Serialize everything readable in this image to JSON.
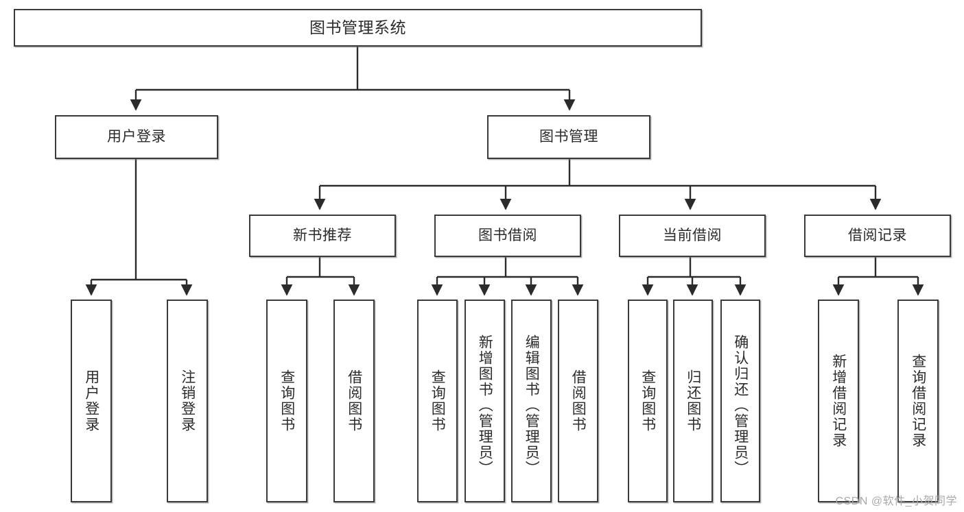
{
  "diagram": {
    "title_text": "图书管理系统",
    "type": "hierarchy-tree",
    "levels": 4,
    "colors": {
      "box_border": "#3a3a3a",
      "box_fill": "#ffffff",
      "edge": "#2b2b2b",
      "text": "#2b2b2b",
      "watermark": "#a9a9a9",
      "background": "#ffffff"
    },
    "root": {
      "id": "root",
      "label": "图书管理系统"
    },
    "level2": [
      {
        "id": "user-login",
        "label": "用户登录"
      },
      {
        "id": "book-management",
        "label": "图书管理"
      }
    ],
    "level3": [
      {
        "id": "new-book-recommend",
        "label": "新书推荐",
        "parent": "book-management"
      },
      {
        "id": "book-borrow",
        "label": "图书借阅",
        "parent": "book-management"
      },
      {
        "id": "current-borrow",
        "label": "当前借阅",
        "parent": "book-management"
      },
      {
        "id": "borrow-record",
        "label": "借阅记录",
        "parent": "book-management"
      }
    ],
    "leaves": {
      "user_login": [
        {
          "id": "leaf-user-login",
          "label": "用户登录"
        },
        {
          "id": "leaf-logout-login",
          "label": "注销登录"
        }
      ],
      "new_book_recommend": [
        {
          "id": "leaf-query-book-1",
          "label": "查询图书"
        },
        {
          "id": "leaf-borrow-book-1",
          "label": "借阅图书"
        }
      ],
      "book_borrow": [
        {
          "id": "leaf-query-book-2",
          "label": "查询图书"
        },
        {
          "id": "leaf-add-book",
          "label": "新增图书（管理员）"
        },
        {
          "id": "leaf-edit-book",
          "label": "编辑图书（管理员）"
        },
        {
          "id": "leaf-borrow-book-2",
          "label": "借阅图书"
        }
      ],
      "current_borrow": [
        {
          "id": "leaf-query-book-3",
          "label": "查询图书"
        },
        {
          "id": "leaf-return-book",
          "label": "归还图书"
        },
        {
          "id": "leaf-confirm-return",
          "label": "确认归还（管理员）"
        }
      ],
      "borrow_record": [
        {
          "id": "leaf-add-record",
          "label": "新增借阅记录"
        },
        {
          "id": "leaf-query-record",
          "label": "查询借阅记录"
        }
      ]
    }
  },
  "watermark": {
    "text": "CSDN @软件_小贺同学"
  }
}
